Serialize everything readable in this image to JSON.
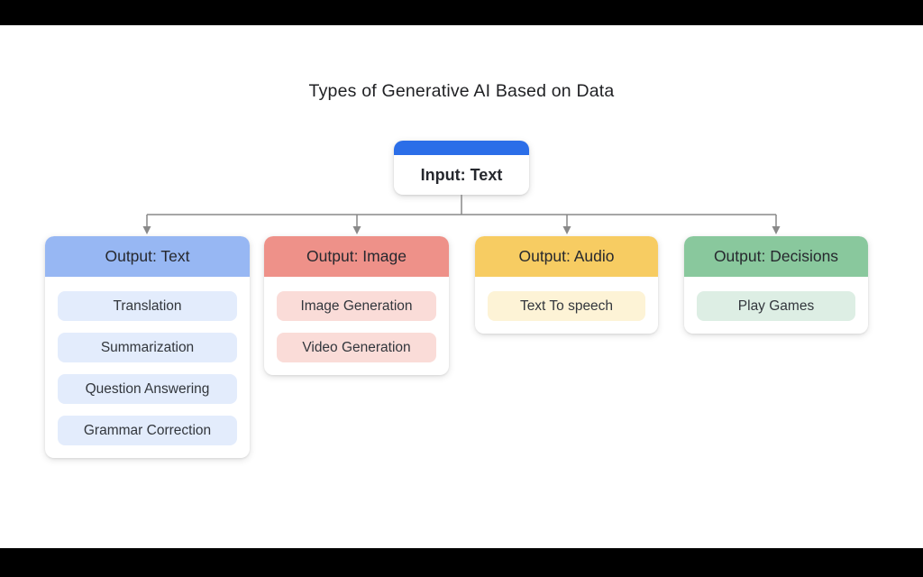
{
  "title": "Types of Generative AI Based on Data",
  "root": {
    "label": "Input: Text",
    "accent_color": "#2b6ee8"
  },
  "branches": [
    {
      "label": "Output: Text",
      "header_color": "#97b7f3",
      "chip_color": "#e3ecfc",
      "items": [
        "Translation",
        "Summarization",
        "Question Answering",
        "Grammar Correction"
      ]
    },
    {
      "label": "Output: Image",
      "header_color": "#ee9189",
      "chip_color": "#fadcd8",
      "items": [
        "Image Generation",
        "Video Generation"
      ]
    },
    {
      "label": "Output: Audio",
      "header_color": "#f7cc62",
      "chip_color": "#fdf3d6",
      "items": [
        "Text To speech"
      ]
    },
    {
      "label": "Output: Decisions",
      "header_color": "#89c89d",
      "chip_color": "#ddeee4",
      "items": [
        "Play Games"
      ]
    }
  ],
  "connector_color": "#898989"
}
